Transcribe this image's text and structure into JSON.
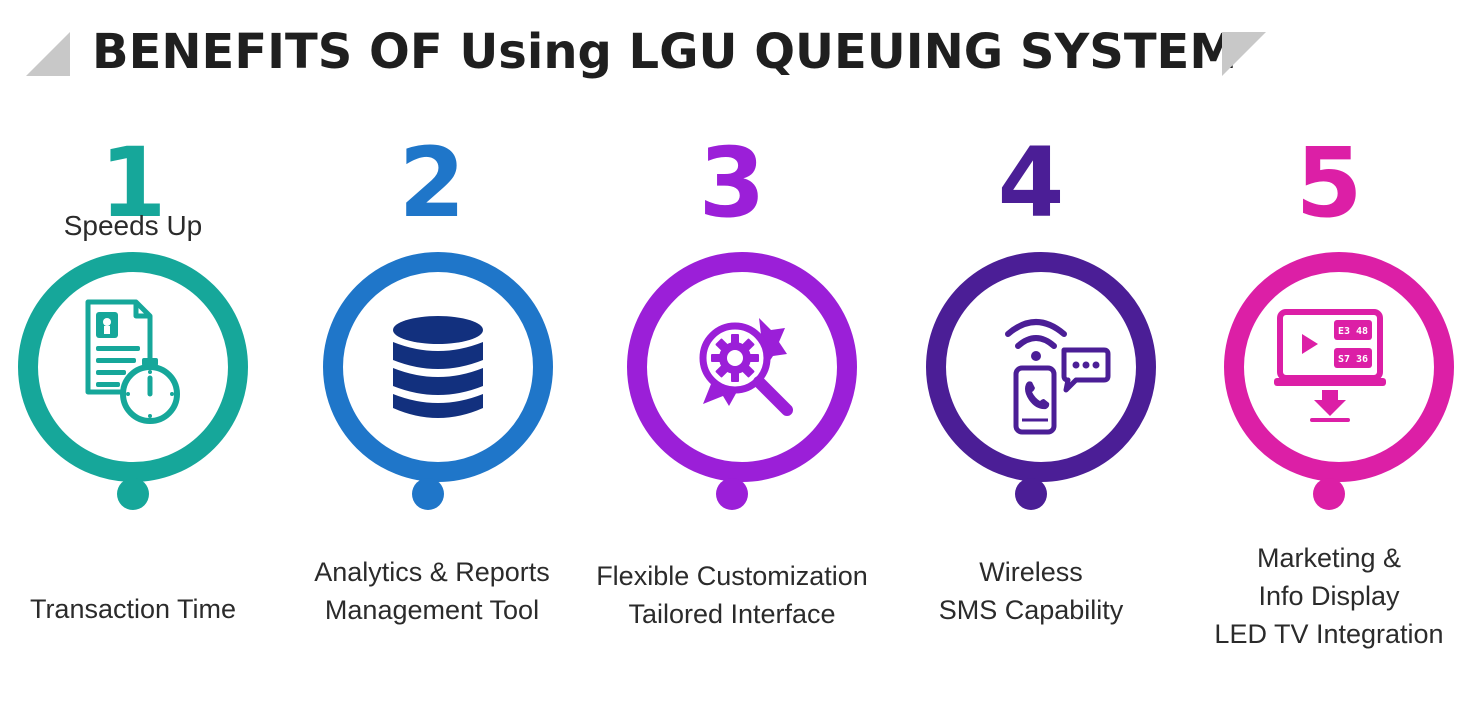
{
  "title": "BENEFITS OF Using LGU QUEUING SYSTEM",
  "colors": {
    "title_triangle": "#c8c8c8",
    "teal": "#16a79a",
    "blue": "#1f76c9",
    "violet": "#9b1fd8",
    "indigo": "#4b1e96",
    "magenta": "#dc1fa6"
  },
  "benefits": [
    {
      "number": "1",
      "subtitle": "Speeds Up",
      "caption_lines": [
        "Transaction Time"
      ],
      "icon": "document-stopwatch-icon",
      "color": "#16a79a"
    },
    {
      "number": "2",
      "caption_lines": [
        "Analytics & Reports",
        "Management Tool"
      ],
      "icon": "database-icon",
      "color": "#1f76c9"
    },
    {
      "number": "3",
      "caption_lines": [
        "Flexible Customization",
        "Tailored Interface"
      ],
      "icon": "gear-magnifier-icon",
      "color": "#9b1fd8"
    },
    {
      "number": "4",
      "caption_lines": [
        "Wireless",
        "SMS Capability"
      ],
      "icon": "phone-wireless-chat-icon",
      "color": "#4b1e96"
    },
    {
      "number": "5",
      "caption_lines": [
        "Marketing &",
        "Info Display",
        "LED TV Integration"
      ],
      "icon": "led-tv-display-icon",
      "color": "#dc1fa6",
      "screen_text": [
        "E3 48",
        "S7 36"
      ]
    }
  ]
}
